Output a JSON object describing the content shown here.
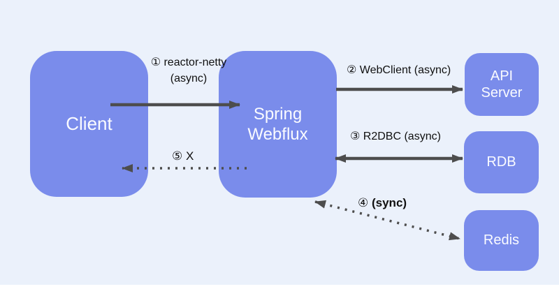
{
  "colors": {
    "background": "#EBF1FB",
    "node_fill": "#7A8CEB",
    "node_text": "#FAFBFF",
    "arrow": "#4D4D4D",
    "label_text": "#101010"
  },
  "nodes": {
    "client": {
      "label": "Client"
    },
    "spring_webflux": {
      "line1": "Spring",
      "line2": "Webflux"
    },
    "api_server": {
      "line1": "API",
      "line2": "Server"
    },
    "rdb": {
      "label": "RDB"
    },
    "redis": {
      "label": "Redis"
    }
  },
  "edges": {
    "reactor_netty": {
      "line1": "① reactor-netty",
      "line2": "(async)",
      "style": "solid",
      "from": "Client",
      "to": "Spring Webflux"
    },
    "webclient": {
      "label": "② WebClient (async)",
      "style": "solid",
      "from": "Spring Webflux",
      "to": "API Server"
    },
    "r2dbc": {
      "label": "③ R2DBC (async)",
      "style": "solid-bidirectional",
      "from": "Spring Webflux",
      "to": "RDB"
    },
    "sync": {
      "number": "④",
      "text": "(sync)",
      "style": "dotted-bidirectional",
      "from": "Spring Webflux",
      "to": "Redis"
    },
    "x_response": {
      "label": "⑤ X",
      "style": "dotted",
      "from": "Spring Webflux",
      "to": "Client"
    }
  }
}
